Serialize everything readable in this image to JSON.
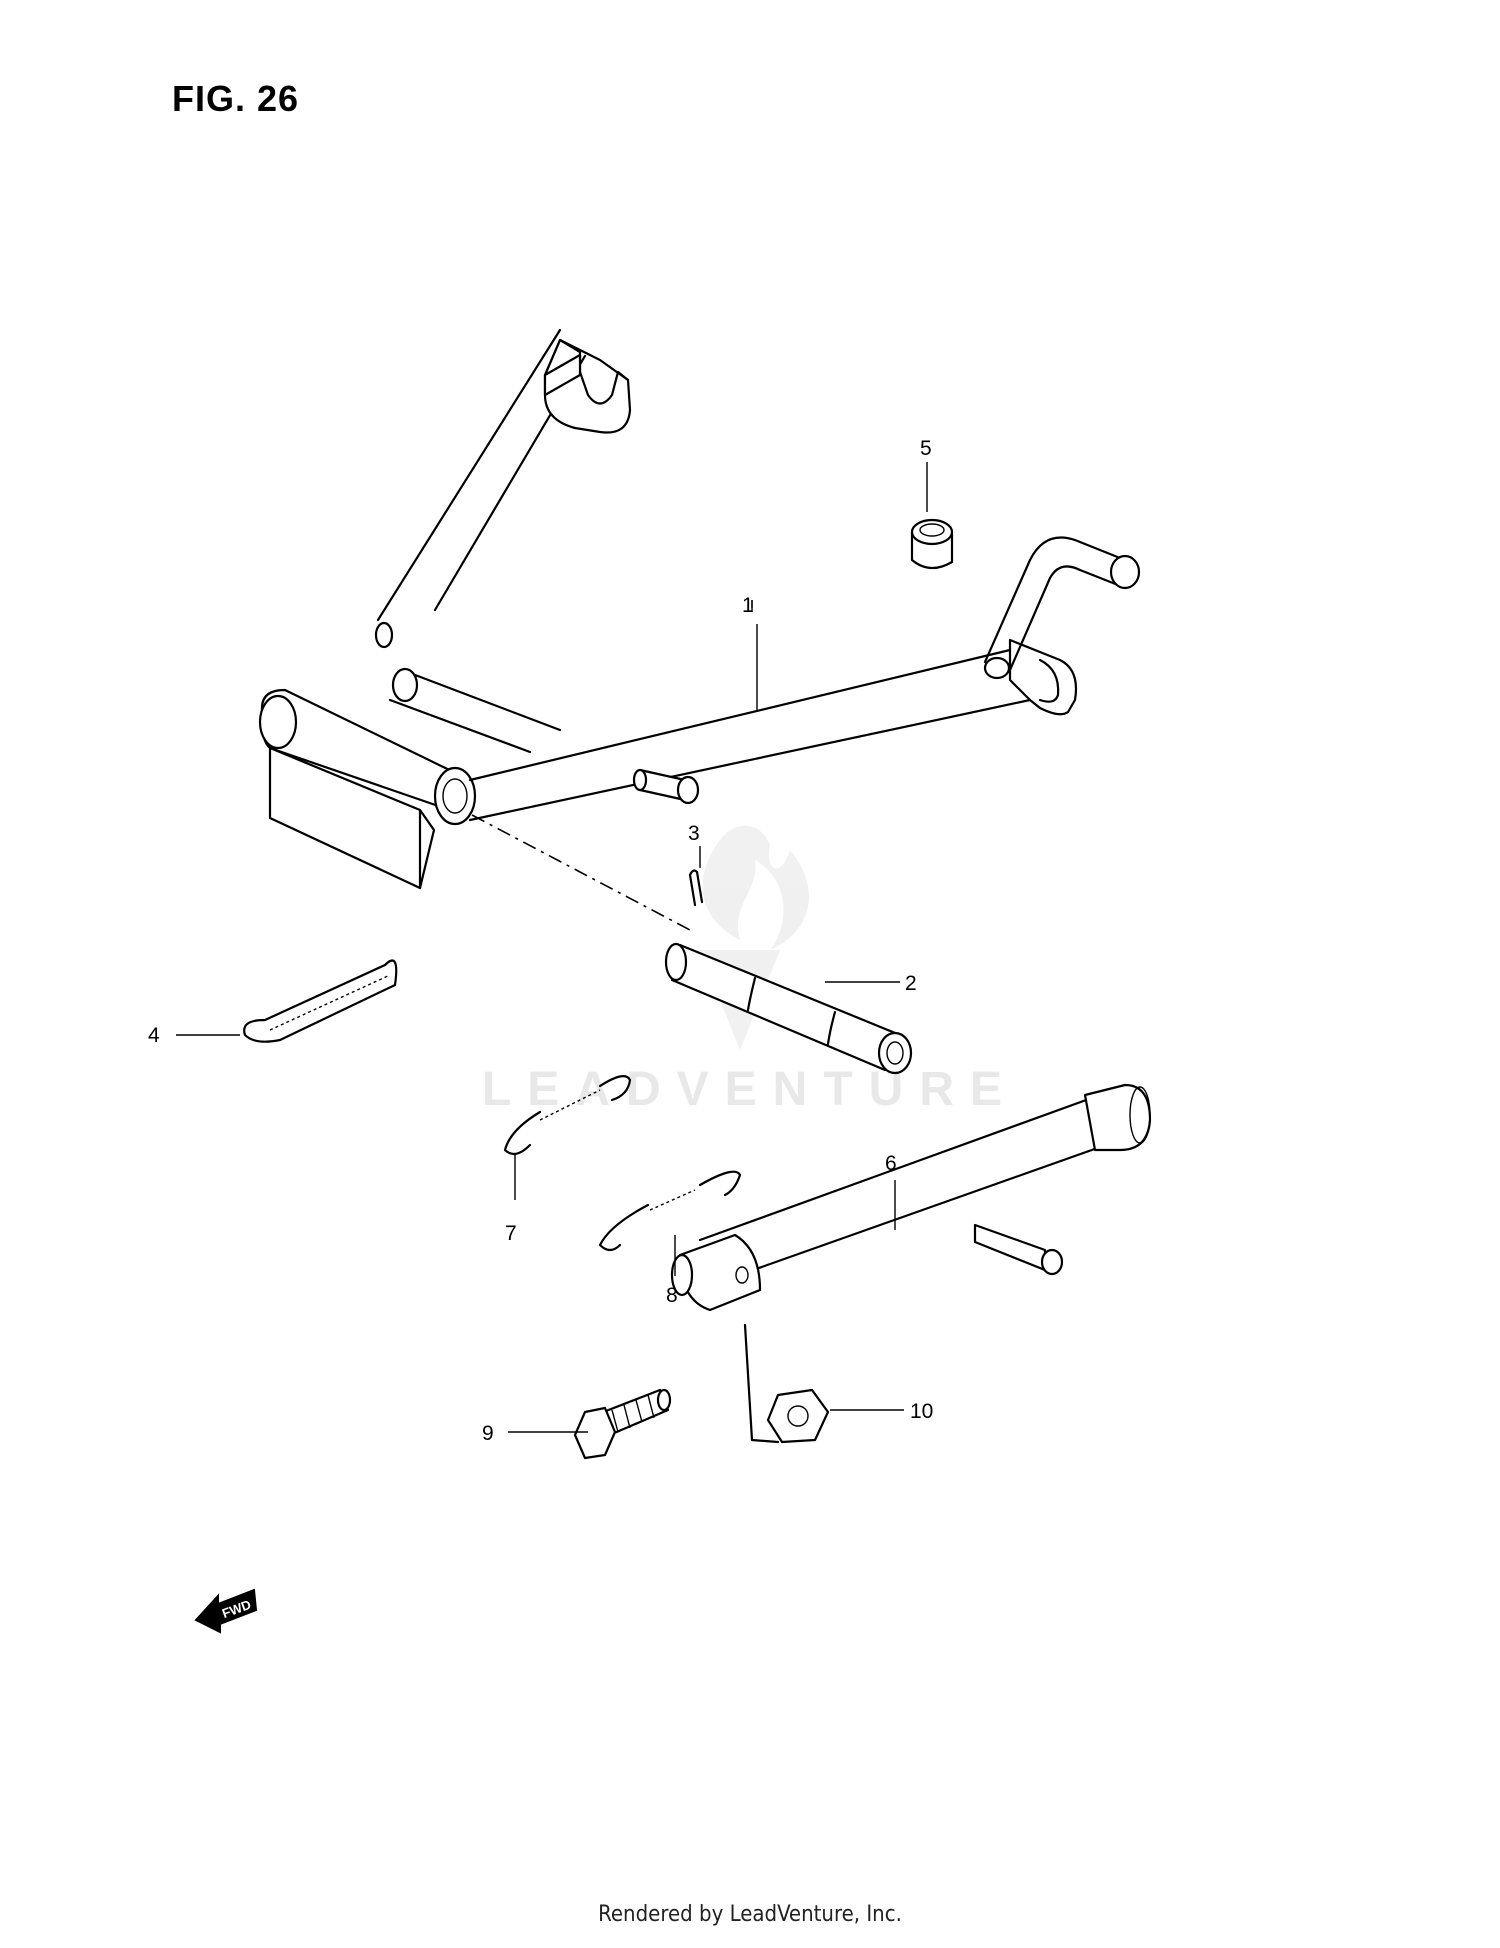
{
  "figure": {
    "title": "FIG. 26",
    "watermark": "LEADVENTURE",
    "footer": "Rendered by LeadVenture, Inc.",
    "fwd_label": "FWD"
  },
  "callouts": [
    {
      "id": "1",
      "part": "center-stand"
    },
    {
      "id": "2",
      "part": "stand-shaft"
    },
    {
      "id": "3",
      "part": "cotter-pin"
    },
    {
      "id": "4",
      "part": "stand-spring"
    },
    {
      "id": "5",
      "part": "stopper-cushion"
    },
    {
      "id": "6",
      "part": "side-stand"
    },
    {
      "id": "7",
      "part": "side-stand-spring"
    },
    {
      "id": "8",
      "part": "side-stand-spring"
    },
    {
      "id": "9",
      "part": "bolt"
    },
    {
      "id": "10",
      "part": "nut"
    }
  ]
}
